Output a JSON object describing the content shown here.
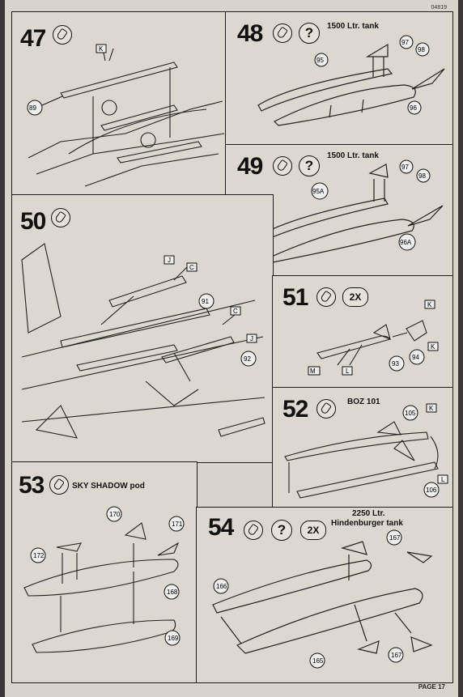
{
  "sheet": {
    "code": "04819",
    "page_label": "PAGE 17"
  },
  "steps": [
    {
      "number": "47",
      "title": "",
      "callouts": [
        "89"
      ],
      "flags": [
        "K"
      ]
    },
    {
      "number": "48",
      "title": "1500 Ltr. tank",
      "callouts": [
        "97",
        "98",
        "95",
        "96"
      ]
    },
    {
      "number": "49",
      "title": "1500 Ltr. tank",
      "callouts": [
        "97",
        "98",
        "95A",
        "96A"
      ]
    },
    {
      "number": "50",
      "title": "",
      "callouts": [
        "91",
        "92"
      ],
      "flags": [
        "J",
        "C",
        "C",
        "J"
      ]
    },
    {
      "number": "51",
      "title": "",
      "times": "2X",
      "callouts": [
        "93",
        "94"
      ],
      "flags": [
        "K",
        "K",
        "M",
        "L"
      ]
    },
    {
      "number": "52",
      "title": "BOZ 101",
      "callouts": [
        "105",
        "106"
      ],
      "flags": [
        "K",
        "L"
      ]
    },
    {
      "number": "53",
      "title": "SKY SHADOW pod",
      "callouts": [
        "170",
        "171",
        "172",
        "168",
        "169"
      ]
    },
    {
      "number": "54",
      "title_line1": "2250 Ltr.",
      "title_line2": "Hindenburger tank",
      "times": "2X",
      "callouts": [
        "167",
        "166",
        "165",
        "167"
      ]
    }
  ],
  "icons": {
    "glue": "glue-icon",
    "help": "question-icon"
  }
}
